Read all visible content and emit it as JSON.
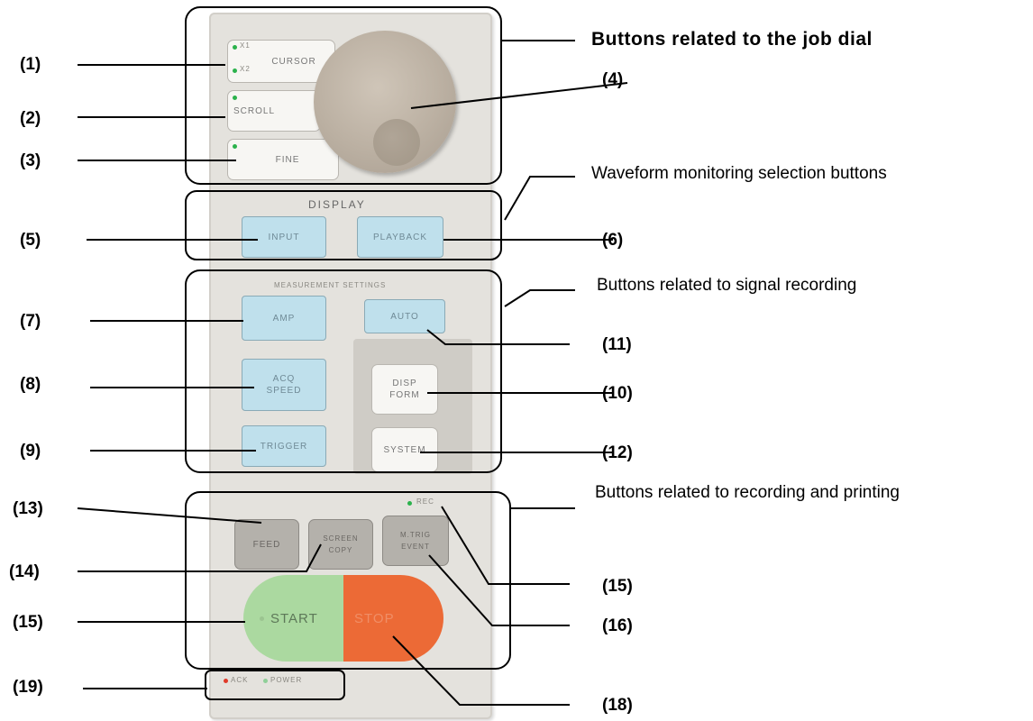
{
  "panel": {
    "cursor_label": "CURSOR",
    "cursor_x1": "X1",
    "cursor_x2": "X2",
    "scroll_label": "SCROLL",
    "fine_label": "FINE",
    "display_header": "DISPLAY",
    "input_label": "INPUT",
    "playback_label": "PLAYBACK",
    "measurement_header": "MEASUREMENT SETTINGS",
    "amp_label": "AMP",
    "auto_label": "AUTO",
    "acq_speed_label": "ACQ\nSPEED",
    "disp_form_label": "DISP\nFORM",
    "trigger_label": "TRIGGER",
    "system_label": "SYSTEM",
    "feed_label": "FEED",
    "screen_copy_label": "SCREEN\nCOPY",
    "mtrig_event_label": "M.TRIG\nEVENT",
    "rec_led_label": "REC",
    "start_label": "START",
    "stop_label": "STOP",
    "ack_label": "ACK",
    "power_label": "POWER"
  },
  "callouts": {
    "c1": "(1)",
    "c2": "(2)",
    "c3": "(3)",
    "c4": "(4)",
    "c5": "(5)",
    "c6": "(6)",
    "c7": "(7)",
    "c8": "(8)",
    "c9": "(9)",
    "c10": "(10)",
    "c11": "(11)",
    "c12": "(12)",
    "c13": "(13)",
    "c14": "(14)",
    "c15_right": "(15)",
    "c15_left": "(15)",
    "c16": "(16)",
    "c18": "(18)",
    "c19": "(19)"
  },
  "groups": {
    "job_dial": "Buttons related to the job dial",
    "waveform": "Waveform monitoring selection buttons",
    "signal_recording": "Buttons related to signal recording",
    "recording_printing": "Buttons related to recording and printing"
  },
  "colors": {
    "led_green": "#2bb24c",
    "led_red": "#e03a2a",
    "start_green": "#abd9a0",
    "stop_orange": "#ec6a36",
    "button_blue": "#bfe0ec"
  }
}
